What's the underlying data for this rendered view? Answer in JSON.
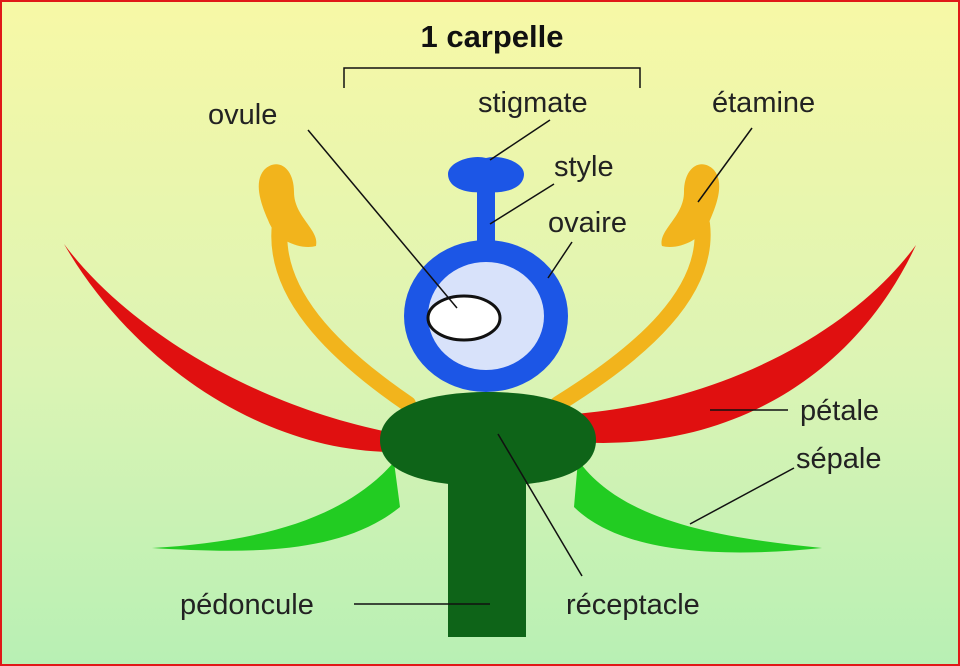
{
  "diagram": {
    "title": "1 carpelle",
    "labels": {
      "ovule": "ovule",
      "stigmate": "stigmate",
      "style": "style",
      "ovaire": "ovaire",
      "etamine": "étamine",
      "petale": "pétale",
      "sepale": "sépale",
      "pedoncule": "pédoncule",
      "receptacle": "réceptacle"
    },
    "colors": {
      "border": "#e01818",
      "sepal": "#22cc22",
      "petal": "#e01010",
      "stamen": "#f2b41c",
      "carpel": "#1c56e6",
      "ovary_interior": "#d8e2fa",
      "receptacle": "#0e6418"
    }
  }
}
